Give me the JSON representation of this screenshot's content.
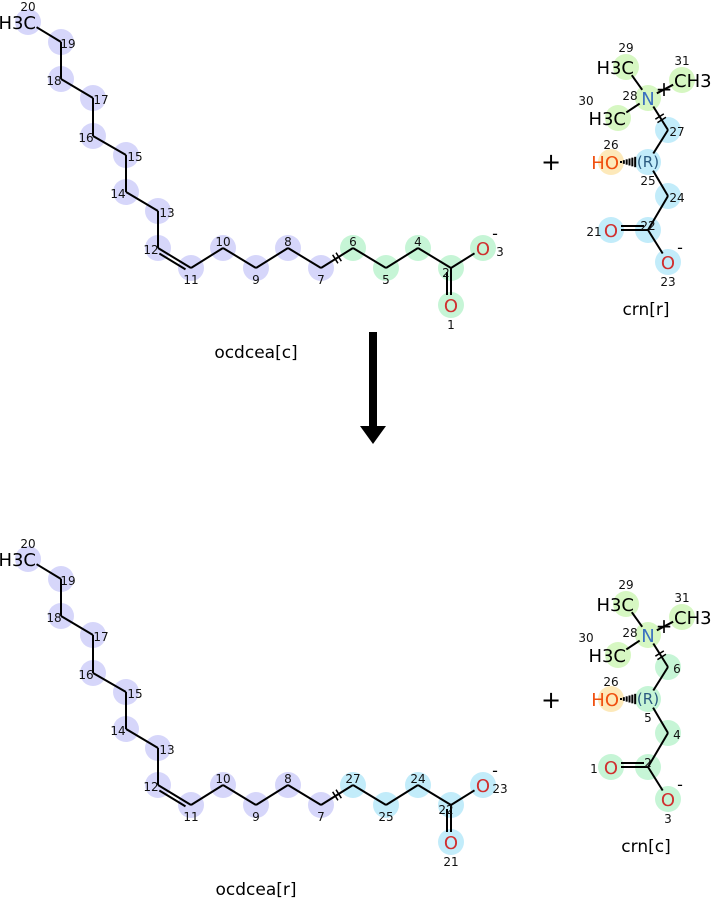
{
  "colors": {
    "lavender": "#d6d6fa",
    "mint": "#c6f5d6",
    "lime": "#d6f7c2",
    "cyan": "#c2ecfa",
    "orange": "#fde9ba",
    "oxygen": "#d03030",
    "nitrogen": "#3a70c0",
    "hydroxyl": "#f05010",
    "bond": "#000000"
  },
  "reaction": {
    "plus_top": "+",
    "plus_bottom": "+"
  },
  "molecules": [
    {
      "name": "ocdcea[c]",
      "atoms": [
        {
          "n": "20",
          "el": "H3C",
          "c": "lavender"
        },
        {
          "n": "19",
          "c": "lavender"
        },
        {
          "n": "18",
          "c": "lavender"
        },
        {
          "n": "17",
          "c": "lavender"
        },
        {
          "n": "16",
          "c": "lavender"
        },
        {
          "n": "15",
          "c": "lavender"
        },
        {
          "n": "14",
          "c": "lavender"
        },
        {
          "n": "13",
          "c": "lavender"
        },
        {
          "n": "12",
          "c": "lavender"
        },
        {
          "n": "11",
          "c": "lavender"
        },
        {
          "n": "10",
          "c": "lavender"
        },
        {
          "n": "9",
          "c": "lavender"
        },
        {
          "n": "8",
          "c": "lavender"
        },
        {
          "n": "7",
          "c": "lavender"
        },
        {
          "n": "6",
          "c": "mint"
        },
        {
          "n": "5",
          "c": "mint"
        },
        {
          "n": "4",
          "c": "mint"
        },
        {
          "n": "2",
          "c": "mint"
        },
        {
          "n": "3",
          "el": "O",
          "charge": "-",
          "c": "mint"
        },
        {
          "n": "1",
          "el": "O",
          "c": "mint"
        }
      ]
    },
    {
      "name": "crn[r]",
      "atoms": [
        {
          "n": "29",
          "el": "H3C",
          "c": "lime"
        },
        {
          "n": "31",
          "el": "CH3",
          "c": "lime"
        },
        {
          "n": "28",
          "el": "N",
          "charge": "+",
          "c": "lime"
        },
        {
          "n": "30",
          "el": "H3C",
          "c": "lime"
        },
        {
          "n": "27",
          "c": "cyan"
        },
        {
          "n": "25",
          "el": "(R)",
          "c": "cyan"
        },
        {
          "n": "26",
          "el": "HO",
          "c": "orange"
        },
        {
          "n": "24",
          "c": "cyan"
        },
        {
          "n": "22",
          "c": "cyan"
        },
        {
          "n": "21",
          "el": "O",
          "c": "cyan"
        },
        {
          "n": "23",
          "el": "O",
          "charge": "-",
          "c": "cyan"
        }
      ]
    },
    {
      "name": "ocdcea[r]",
      "atoms": [
        {
          "n": "20",
          "el": "H3C",
          "c": "lavender"
        },
        {
          "n": "19",
          "c": "lavender"
        },
        {
          "n": "18",
          "c": "lavender"
        },
        {
          "n": "17",
          "c": "lavender"
        },
        {
          "n": "16",
          "c": "lavender"
        },
        {
          "n": "15",
          "c": "lavender"
        },
        {
          "n": "14",
          "c": "lavender"
        },
        {
          "n": "13",
          "c": "lavender"
        },
        {
          "n": "12",
          "c": "lavender"
        },
        {
          "n": "11",
          "c": "lavender"
        },
        {
          "n": "10",
          "c": "lavender"
        },
        {
          "n": "9",
          "c": "lavender"
        },
        {
          "n": "8",
          "c": "lavender"
        },
        {
          "n": "7",
          "c": "lavender"
        },
        {
          "n": "27",
          "c": "cyan"
        },
        {
          "n": "25",
          "c": "cyan"
        },
        {
          "n": "24",
          "c": "cyan"
        },
        {
          "n": "22",
          "c": "cyan"
        },
        {
          "n": "23",
          "el": "O",
          "charge": "-",
          "c": "cyan"
        },
        {
          "n": "21",
          "el": "O",
          "c": "cyan"
        }
      ]
    },
    {
      "name": "crn[c]",
      "atoms": [
        {
          "n": "29",
          "el": "H3C",
          "c": "lime"
        },
        {
          "n": "31",
          "el": "CH3",
          "c": "lime"
        },
        {
          "n": "28",
          "el": "N",
          "charge": "+",
          "c": "lime"
        },
        {
          "n": "30",
          "el": "H3C",
          "c": "lime"
        },
        {
          "n": "6",
          "c": "mint"
        },
        {
          "n": "5",
          "el": "(R)",
          "c": "mint"
        },
        {
          "n": "26",
          "el": "HO",
          "c": "orange"
        },
        {
          "n": "4",
          "c": "mint"
        },
        {
          "n": "2",
          "c": "mint"
        },
        {
          "n": "1",
          "el": "O",
          "c": "mint"
        },
        {
          "n": "3",
          "el": "O",
          "charge": "-",
          "c": "mint"
        }
      ]
    }
  ]
}
